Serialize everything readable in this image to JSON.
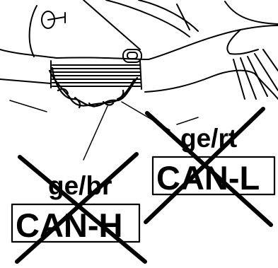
{
  "labels": {
    "left_wire_color": "ge/br",
    "left_signal": "CAN-H",
    "right_wire_color": "ge/rt",
    "right_signal": "CAN-L"
  },
  "colors": {
    "line": "#000000",
    "background": "#ffffff"
  },
  "figure": {
    "subject": "twisted wire pair exiting a wrapped cable harness",
    "crossed_out": [
      "left_signal",
      "right_signal"
    ]
  }
}
